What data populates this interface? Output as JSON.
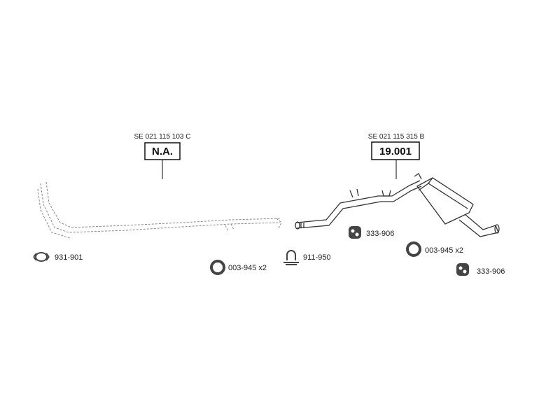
{
  "assemblies": [
    {
      "ref": "SE 021 115 103 C",
      "label": "N.A."
    },
    {
      "ref": "SE 021 115 315 B",
      "label": "19.001"
    }
  ],
  "parts": [
    {
      "code": "931-901",
      "icon": "clamp-icon"
    },
    {
      "code": "003-945 x2",
      "icon": "gasket-ring-icon"
    },
    {
      "code": "911-950",
      "icon": "u-bolt-clamp-icon"
    },
    {
      "code": "333-906",
      "icon": "rubber-hanger-icon"
    },
    {
      "code": "003-945 x2",
      "icon": "gasket-ring-icon"
    },
    {
      "code": "333-906",
      "icon": "rubber-hanger-icon"
    }
  ],
  "colors": {
    "line": "#333333",
    "dashed": "#888888",
    "ring": "#444444"
  }
}
